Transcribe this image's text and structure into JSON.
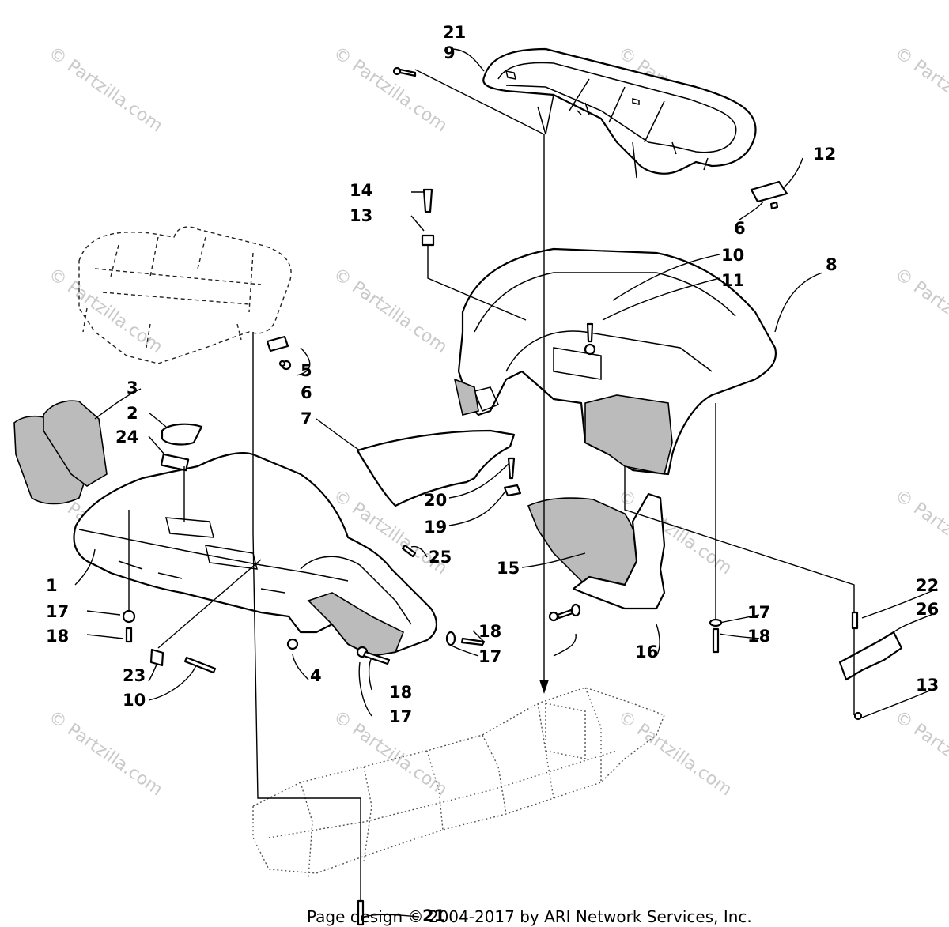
{
  "watermark": {
    "text": "© Partzilla.com"
  },
  "footer": {
    "copyright": "Page design © 2004-2017 by ARI Network Services, Inc."
  },
  "callouts": [
    {
      "id": "c21a",
      "label": "21"
    },
    {
      "id": "c9",
      "label": "9"
    },
    {
      "id": "c12",
      "label": "12"
    },
    {
      "id": "c6a",
      "label": "6"
    },
    {
      "id": "c14",
      "label": "14"
    },
    {
      "id": "c13a",
      "label": "13"
    },
    {
      "id": "c10a",
      "label": "10"
    },
    {
      "id": "c11",
      "label": "11"
    },
    {
      "id": "c8",
      "label": "8"
    },
    {
      "id": "c5",
      "label": "5"
    },
    {
      "id": "c6b",
      "label": "6"
    },
    {
      "id": "c3",
      "label": "3"
    },
    {
      "id": "c2",
      "label": "2"
    },
    {
      "id": "c24",
      "label": "24"
    },
    {
      "id": "c7",
      "label": "7"
    },
    {
      "id": "c20",
      "label": "20"
    },
    {
      "id": "c19",
      "label": "19"
    },
    {
      "id": "c25",
      "label": "25"
    },
    {
      "id": "c15",
      "label": "15"
    },
    {
      "id": "c1",
      "label": "1"
    },
    {
      "id": "c17a",
      "label": "17"
    },
    {
      "id": "c18a",
      "label": "18"
    },
    {
      "id": "c18b",
      "label": "18"
    },
    {
      "id": "c18c",
      "label": "18"
    },
    {
      "id": "c17b",
      "label": "17"
    },
    {
      "id": "c17c",
      "label": "17"
    },
    {
      "id": "c18d",
      "label": "18"
    },
    {
      "id": "c22",
      "label": "22"
    },
    {
      "id": "c26",
      "label": "26"
    },
    {
      "id": "c16",
      "label": "16"
    },
    {
      "id": "c23",
      "label": "23"
    },
    {
      "id": "c10b",
      "label": "10"
    },
    {
      "id": "c4",
      "label": "4"
    },
    {
      "id": "c18e",
      "label": "18"
    },
    {
      "id": "c17d",
      "label": "17"
    },
    {
      "id": "c13b",
      "label": "13"
    },
    {
      "id": "c21b",
      "label": "21"
    }
  ]
}
